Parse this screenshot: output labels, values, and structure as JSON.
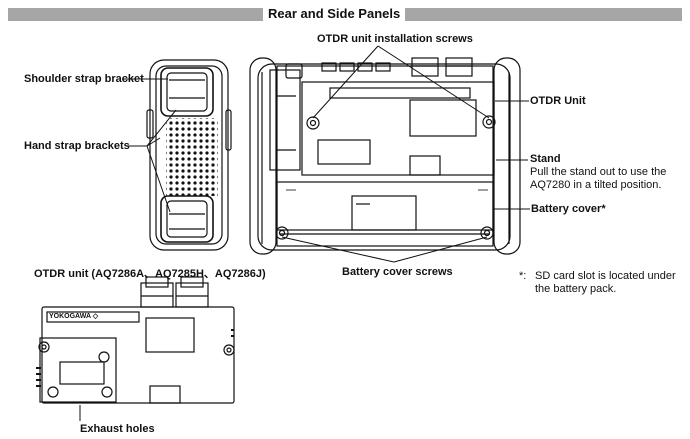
{
  "header": {
    "title": "Rear and Side Panels"
  },
  "labels": {
    "otdr_installation_screws": "OTDR unit installation screws",
    "shoulder_strap_bracket": "Shoulder strap bracket",
    "hand_strap_brackets": "Hand strap brackets",
    "otdr_unit": "OTDR Unit",
    "stand_title": "Stand",
    "stand_desc_line1": "Pull the stand out to use the",
    "stand_desc_line2": "AQ7280 in a tilted position.",
    "battery_cover": "Battery cover*",
    "battery_cover_screws": "Battery cover screws",
    "otdr_unit_models": "OTDR unit (AQ7286A、AQ7285H、AQ7286J)",
    "footnote_marker": "*:",
    "footnote_line1": "SD card slot is located under",
    "footnote_line2": "the battery pack.",
    "exhaust_holes": "Exhaust holes",
    "brand": "YOKOGAWA ◇"
  }
}
